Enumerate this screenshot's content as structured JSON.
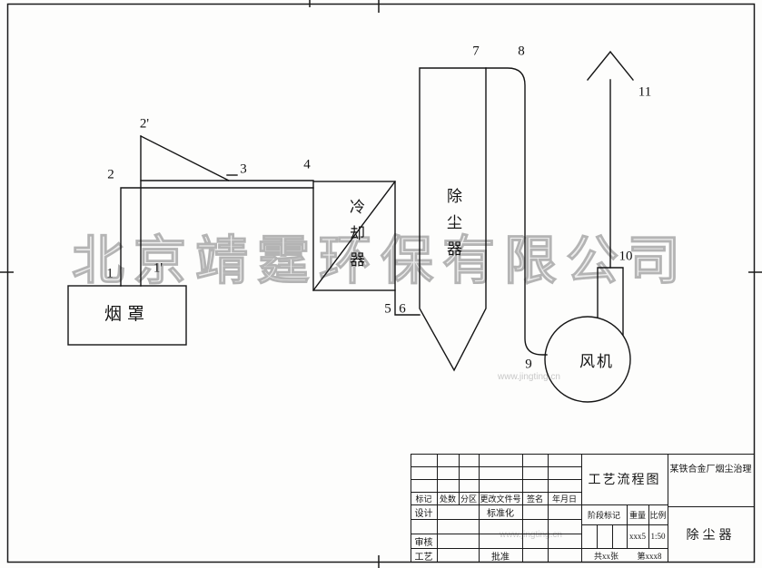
{
  "watermark": {
    "company": "北京靖霆环保有限公司",
    "url": "www.jingting.cn"
  },
  "equipment": {
    "hood": "烟罩",
    "cooler": "冷却器",
    "dust_collector": "除尘器",
    "fan": "风机"
  },
  "points": {
    "p1": "1",
    "p1b": "1'",
    "p2": "2",
    "p2b": "2'",
    "p3": "3",
    "p4": "4",
    "p5": "5",
    "p6": "6",
    "p7": "7",
    "p8": "8",
    "p9": "9",
    "p10": "10",
    "p11": "11"
  },
  "title_block": {
    "drawing_title": "工艺流程图",
    "project": "某铁合金厂烟尘治理",
    "part": "除尘器",
    "rev_headers": [
      "标记",
      "处数",
      "分区",
      "更改文件号",
      "签名",
      "年月日"
    ],
    "design": "设计",
    "standardization": "标准化",
    "review": "审核",
    "process": "工艺",
    "approve": "批准",
    "stage_label": "阶段标记",
    "weight_label": "重量",
    "scale_label": "比例",
    "weight_value": "xxx5",
    "scale_value": "1:50",
    "sheet_total": "共xx张",
    "sheet_no": "第xxx8"
  }
}
